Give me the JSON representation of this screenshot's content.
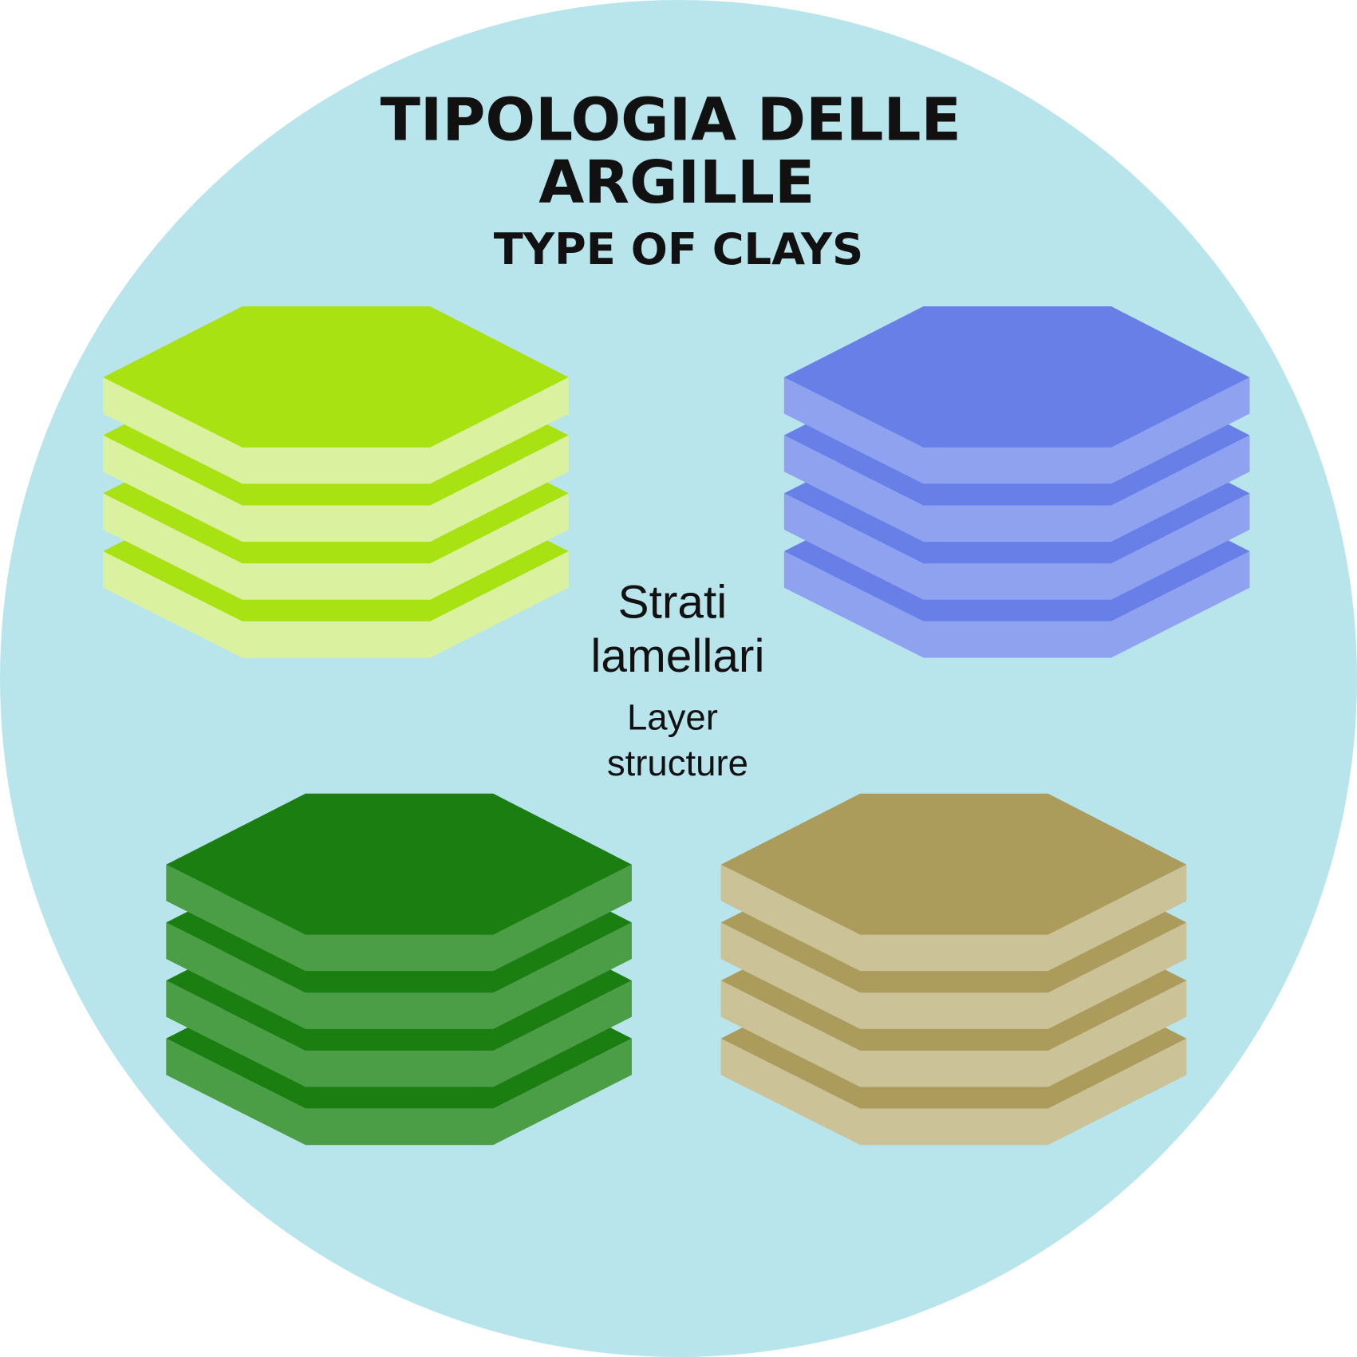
{
  "title": {
    "line1": "TIPOLOGIA DELLE",
    "line2": "ARGILLE",
    "subtitle": "TYPE OF CLAYS"
  },
  "center_label": {
    "it_line1": "Strati",
    "it_line2": "lamellari",
    "en_line1": "Layer",
    "en_line2": "structure"
  },
  "colors": {
    "background_circle": "#b8e4ec",
    "page": "#ffffff"
  },
  "stacks": [
    {
      "name": "lime-green-stack",
      "layers": 4,
      "top_color": "#a8e213",
      "side_color": "#daf2a0"
    },
    {
      "name": "blue-stack",
      "layers": 4,
      "top_color": "#687fe8",
      "side_color": "#8fa2ef"
    },
    {
      "name": "dark-green-stack",
      "layers": 4,
      "top_color": "#1a7f10",
      "side_color": "#4b9e45"
    },
    {
      "name": "tan-stack",
      "layers": 4,
      "top_color": "#ab9c5b",
      "side_color": "#cbc298"
    }
  ]
}
